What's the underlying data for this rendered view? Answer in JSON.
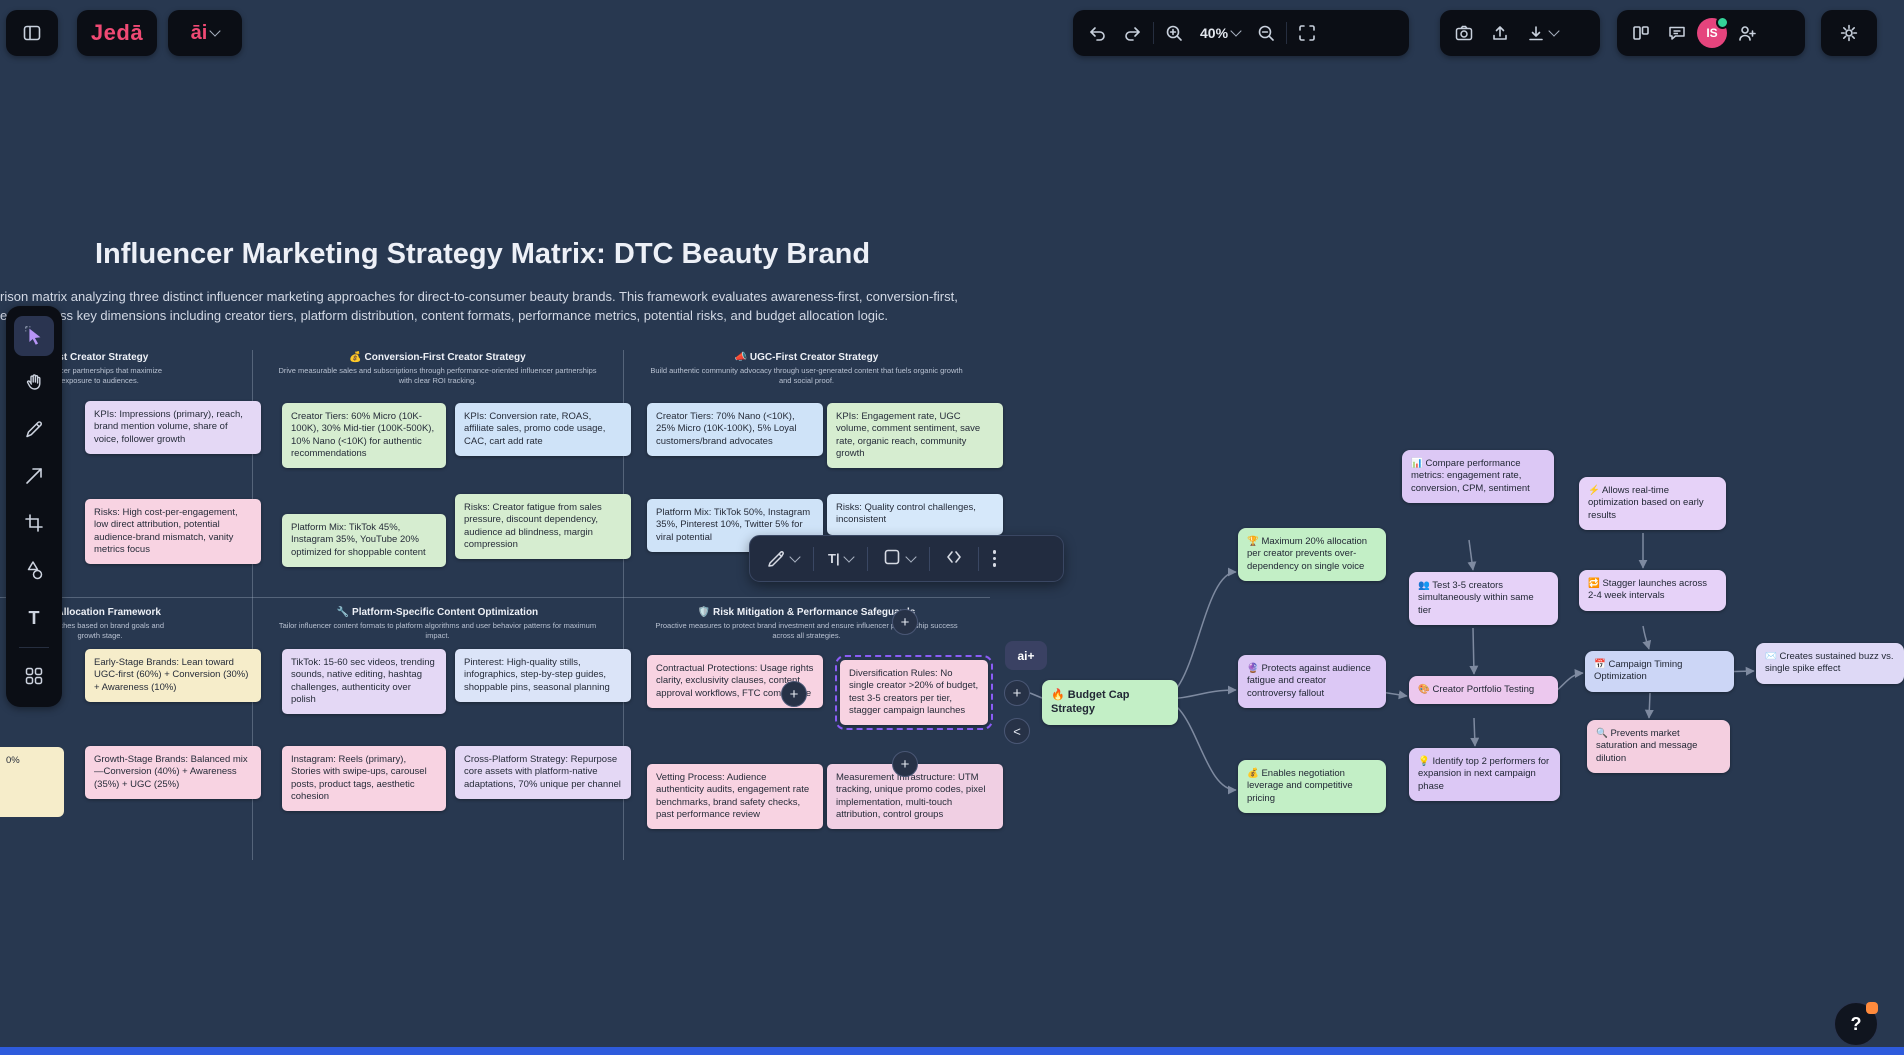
{
  "topbar": {
    "logo": "Jedā",
    "ai_label": "āi",
    "zoom": "40%",
    "avatar": "IS"
  },
  "canvas": {
    "title": "Influencer Marketing Strategy Matrix: DTC Beauty Brand",
    "subtitle1": "rison matrix analyzing three distinct influencer marketing approaches for direct-to-consumer beauty brands. This framework evaluates awareness-first, conversion-first,",
    "subtitle2": "egies across key dimensions including creator tiers, platform distribution, content formats, performance metrics, potential risks, and budget allocation logic."
  },
  "sections": {
    "awareness": {
      "title": "irst Creator Strategy",
      "desc": "influencer partnerships that maximize exposure to audiences."
    },
    "conversion": {
      "title": "💰 Conversion-First Creator Strategy",
      "desc": "Drive measurable sales and subscriptions through performance-oriented influencer partnerships with clear ROI tracking."
    },
    "ugc": {
      "title": "📣 UGC-First Creator Strategy",
      "desc": "Build authentic community advocacy through user-generated content that fuels organic growth and social proof."
    },
    "budget": {
      "title": "get Allocation Framework",
      "desc": "approaches based on brand goals and growth stage."
    },
    "platform": {
      "title": "🔧 Platform-Specific Content Optimization",
      "desc": "Tailor influencer content formats to platform algorithms and user behavior patterns for maximum impact."
    },
    "risk": {
      "title": "🛡️ Risk Mitigation & Performance Safeguards",
      "desc": "Proactive measures to protect brand investment and ensure influencer partnership success across all strategies."
    }
  },
  "cards": {
    "kpis_awareness": "KPIs: Impressions (primary), reach, brand mention volume, share of voice, follower growth",
    "risks_awareness": "Risks: High cost-per-engagement, low direct attribution, potential audience-brand mismatch, vanity metrics focus",
    "tiers_conversion": "Creator Tiers: 60% Micro (10K-100K), 30% Mid-tier (100K-500K), 10% Nano (<10K) for authentic recommendations",
    "platform_conversion": "Platform Mix: TikTok 45%, Instagram 35%, YouTube 20% optimized for shoppable content",
    "kpis_conversion": "KPIs: Conversion rate, ROAS, affiliate sales, promo code usage, CAC, cart add rate",
    "risks_conversion": "Risks: Creator fatigue from sales pressure, discount dependency, audience ad blindness, margin compression",
    "tiers_ugc": "Creator Tiers: 70% Nano (<10K), 25% Micro (10K-100K), 5% Loyal customers/brand advocates",
    "platform_ugc": "Platform Mix: TikTok 50%, Instagram 35%, Pinterest 10%, Twitter 5% for viral potential",
    "kpis_ugc": "KPIs: Engagement rate, UGC volume, comment sentiment, save rate, organic reach, community growth",
    "risks_ugc": "Risks: Quality control challenges, inconsistent",
    "early_stage": "Early-Stage Brands: Lean toward UGC-first (60%) + Conversion (30%) + Awareness (10%)",
    "growth_stage": "Growth-Stage Brands: Balanced mix—Conversion (40%) + Awareness (35%) + UGC (25%)",
    "tiktok": "TikTok: 15-60 sec videos, trending sounds, native editing, hashtag challenges, authenticity over polish",
    "instagram": "Instagram: Reels (primary), Stories with swipe-ups, carousel posts, product tags, aesthetic cohesion",
    "pinterest": "Pinterest: High-quality stills, infographics, step-by-step guides, shoppable pins, seasonal planning",
    "cross_platform": "Cross-Platform Strategy: Repurpose core assets with platform-native adaptations, 70% unique per channel",
    "contractual": "Contractual Protections: Usage rights clarity, exclusivity clauses, content approval workflows, FTC compliance",
    "vetting": "Vetting Process: Audience authenticity audits, engagement rate benchmarks, brand safety checks, past performance review",
    "diversification": "Diversification Rules: No single creator >20% of budget, test 3-5 creators per tier, stagger campaign launches",
    "measurement": "Measurement Infrastructure: UTM tracking, unique promo codes, pixel implementation, multi-touch attribution, control groups"
  },
  "mindmap": {
    "root": "🔥 Budget Cap Strategy",
    "max_allocation": "🏆 Maximum 20% allocation per creator prevents over-dependency on single voice",
    "protects": "🔮 Protects against audience fatigue and creator controversy fallout",
    "enables": "💰 Enables negotiation leverage and competitive pricing",
    "compare": "📊 Compare performance metrics: engagement rate, conversion, CPM, sentiment",
    "test": "👥 Test 3-5 creators simultaneously within same tier",
    "portfolio": "🎨 Creator Portfolio Testing",
    "identify": "💡 Identify top 2 performers for expansion in next campaign phase",
    "allows": "⚡ Allows real-time optimization based on early results",
    "stagger": "🔁 Stagger launches across 2-4 week intervals",
    "campaign": "📅 Campaign Timing Optimization",
    "prevents": "🔍 Prevents market saturation and message dilution",
    "creates": "✉️ Creates sustained buzz vs. single spike effect"
  },
  "overlays": {
    "ai_plus": "ai+",
    "back": "<",
    "plus": "+",
    "partial_card": "0%"
  },
  "floating_toolbar": {
    "text_tool": "T|"
  },
  "help": "?"
}
